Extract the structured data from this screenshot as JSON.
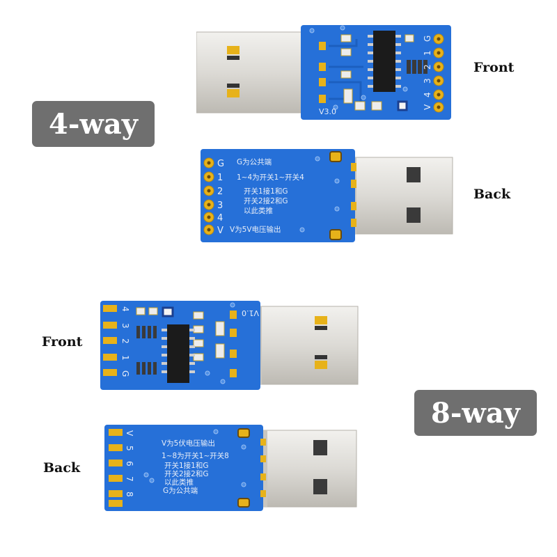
{
  "badges": {
    "four_way": "4-way",
    "eight_way": "8-way"
  },
  "labels": {
    "four_front": "Front",
    "four_back": "Back",
    "eight_front": "Front",
    "eight_back": "Back"
  },
  "four_way_front": {
    "version": "V3.0",
    "pins": [
      "G",
      "1",
      "2",
      "3",
      "4",
      "V"
    ]
  },
  "four_way_back": {
    "pins": [
      "G",
      "1",
      "2",
      "3",
      "4",
      "V"
    ],
    "notes": [
      "G为公共端",
      "1~4为开关1~开关4",
      "开关1接1和G",
      "开关2接2和G",
      "以此类推",
      "V为5V电压输出"
    ]
  },
  "eight_way_front": {
    "version": "V1.0",
    "pins": [
      "4",
      "3",
      "2",
      "1",
      "G"
    ]
  },
  "eight_way_back": {
    "pins": [
      "V",
      "5",
      "6",
      "7",
      "8"
    ],
    "notes": [
      "V为5伏电压输出",
      "1~8为开关1~开关8",
      "开关1接1和G",
      "开关2接2和G",
      "以此类推",
      "G为公共端"
    ]
  },
  "colors": {
    "pcb": "#2670d8",
    "gold": "#e7b21a",
    "badge": "#6f6f6f",
    "usb_metal": "#d9d7d2"
  }
}
